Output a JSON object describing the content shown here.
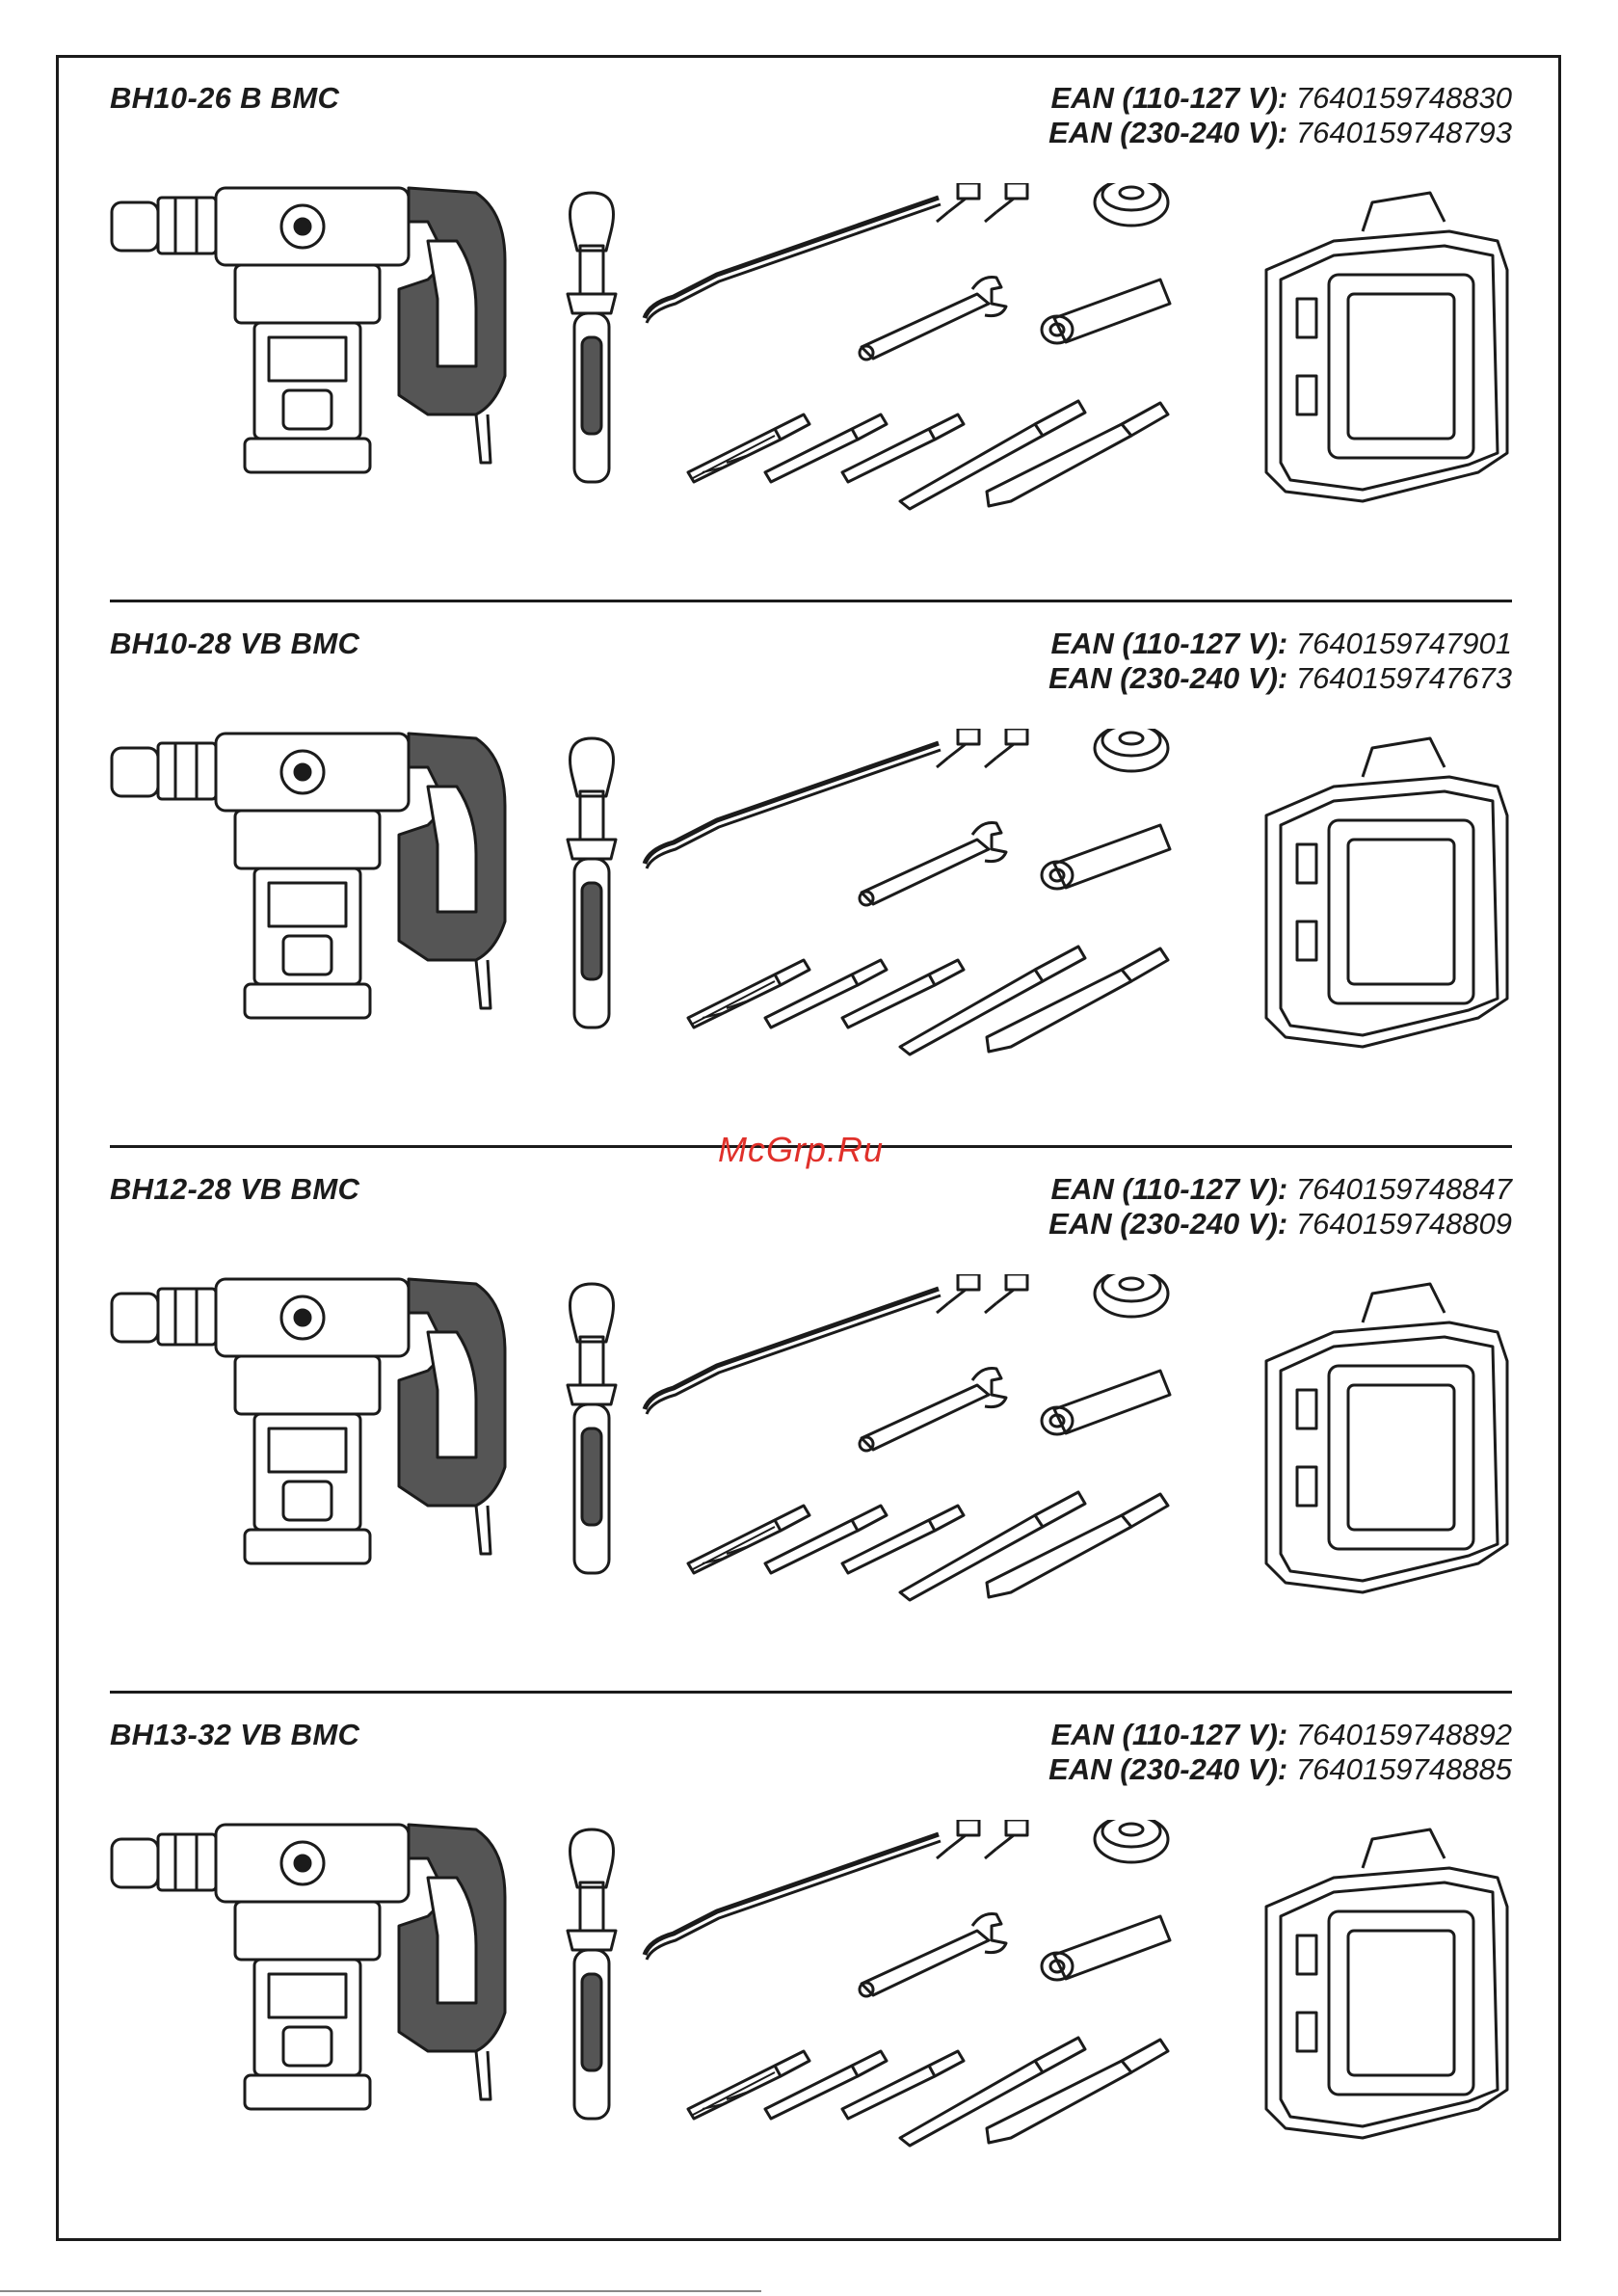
{
  "sections": [
    {
      "model": "BH10-26 B BMC",
      "ean": [
        {
          "label": "EAN (110-127 V):",
          "value": "7640159748830"
        },
        {
          "label": "EAN (230-240 V):",
          "value": "7640159748793"
        }
      ]
    },
    {
      "model": "BH10-28 VB BMC",
      "ean": [
        {
          "label": "EAN (110-127 V):",
          "value": "7640159747901"
        },
        {
          "label": "EAN (230-240 V):",
          "value": "7640159747673"
        }
      ]
    },
    {
      "model": "BH12-28 VB BMC",
      "ean": [
        {
          "label": "EAN (110-127 V):",
          "value": "7640159748847"
        },
        {
          "label": "EAN (230-240 V):",
          "value": "7640159748809"
        }
      ]
    },
    {
      "model": "BH13-32 VB BMC",
      "ean": [
        {
          "label": "EAN (110-127 V):",
          "value": "7640159748892"
        },
        {
          "label": "EAN (230-240 V):",
          "value": "7640159748885"
        }
      ]
    }
  ],
  "watermark": "McGrp.Ru",
  "colors": {
    "ink": "#1b1b1b",
    "watermark": "#e0302a"
  }
}
